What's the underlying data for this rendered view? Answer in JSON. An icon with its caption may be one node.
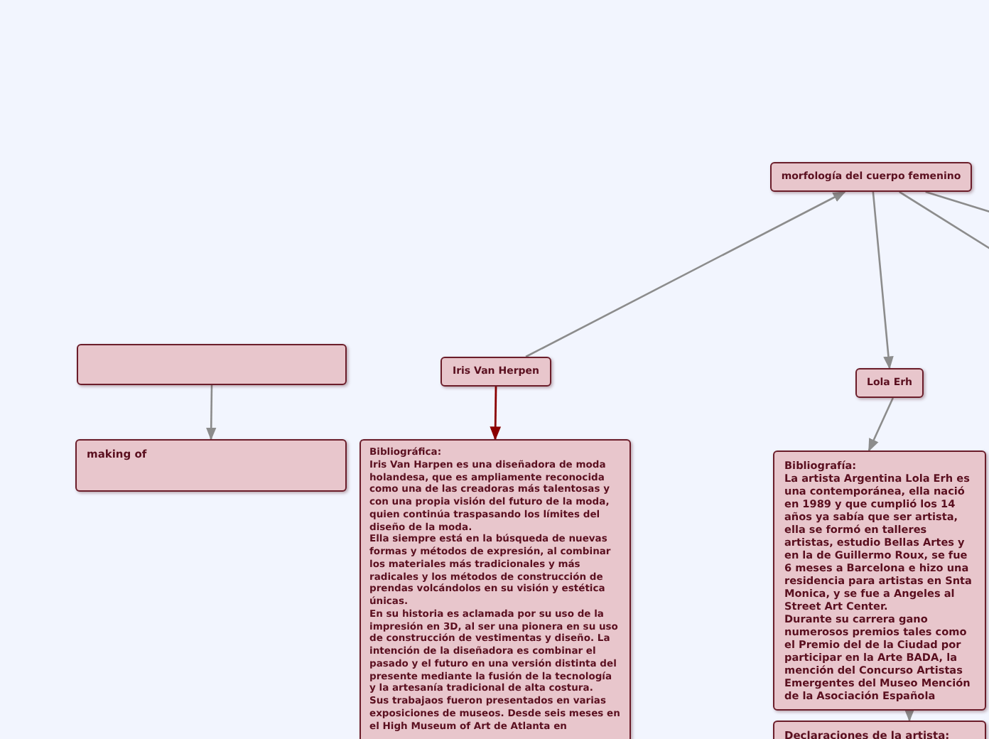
{
  "diagram": {
    "nodes": [
      {
        "text": [
          "morfología del cuerpo femenino"
        ]
      },
      {
        "text": [],
        "shape": "box"
      },
      {
        "text": [
          "Iris Van Herpen"
        ]
      },
      {
        "text": [
          "Lola Erh"
        ]
      },
      {
        "text": [
          "making of"
        ]
      },
      {
        "text": [
          "Bibliográfica:",
          "Iris Van Harpen es una diseñadora de moda holandesa,  que es ampliamente reconocida como una de las creadoras más talentosas y con una propia visión del futuro de la moda, quien continúa traspasando los límites del diseño de la moda.",
          "Ella siempre está en la búsqueda de nuevas formas y métodos de expresión, al combinar los materiales más tradicionales y más radicales y los métodos de construcción de prendas volcándolos  en su visión y estética únicas.",
          "En su historia es aclamada por su uso de la impresión en 3D, al ser una pionera en su uso de construcción de vestimentas y diseño. La intención de la diseñadora es combinar el pasado y el futuro en una versión distinta del presente mediante la fusión de la tecnología y la artesanía tradicional de alta costura.",
          "Sus trabajaos fueron presentados en varias exposiciones de museos. Desde seis meses en el High Museum of Art de Atlanta en"
        ]
      },
      {
        "text": [
          "Bibliografía:",
          "La artista Argentina Lola Erh es una contemporánea, ella nació en 1989 y que cumplió los 14 años ya sabía que ser artista, ella se formó en talleres artistas, estudio Bellas Artes y en la de Guillermo Roux, se fue 6 meses a Barcelona e hizo una residencia para artistas en Snta Monica, y se fue a Angeles al Street Art Center.",
          "Durante su carrera gano numerosos premios tales como el Premio del de la Ciudad por participar en la Arte BADA, la mención del Concurso Artistas Emergentes del Museo Mención de la Asociación Española"
        ]
      },
      {
        "text": [
          "Declaraciones de la artista:"
        ]
      }
    ],
    "edges": [
      {
        "from": 2,
        "to": 0,
        "arrow": "to"
      },
      {
        "from": 0,
        "to": 3,
        "arrow": "to"
      },
      {
        "from": 0,
        "to": null,
        "arrow": "none"
      },
      {
        "from": 0,
        "to": null,
        "arrow": "none"
      },
      {
        "from": 1,
        "to": 4,
        "arrow": "to"
      },
      {
        "from": 2,
        "to": 5,
        "arrow": "to",
        "color": "#8b0000"
      },
      {
        "from": 3,
        "to": 6,
        "arrow": "to"
      },
      {
        "from": 6,
        "to": 7,
        "arrow": "to"
      }
    ]
  }
}
